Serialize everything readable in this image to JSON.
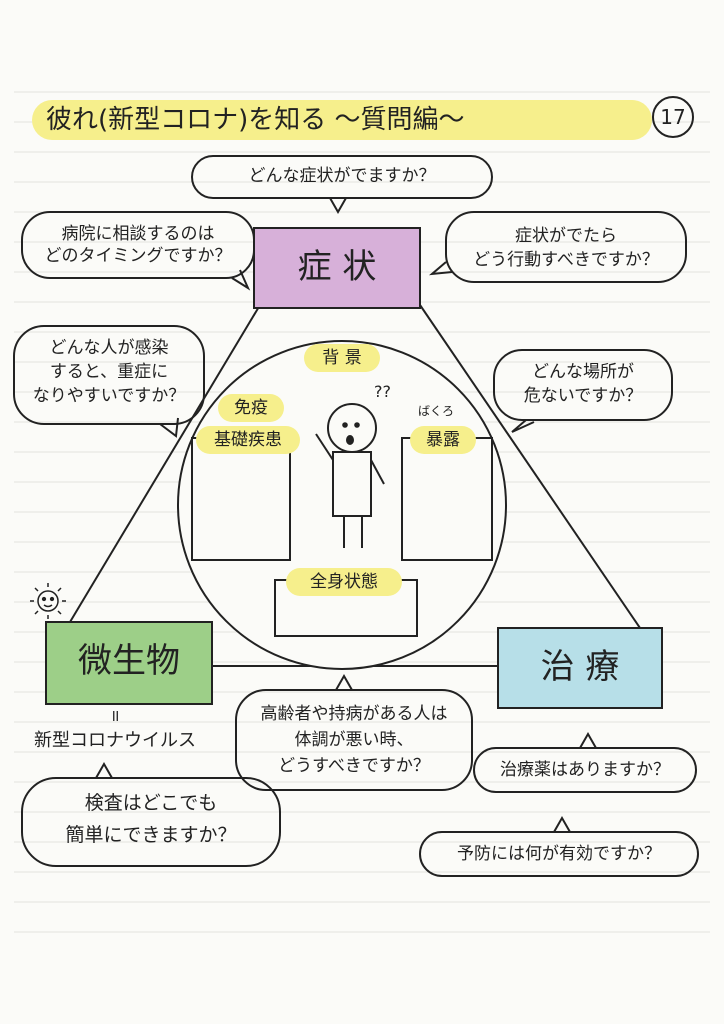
{
  "title": "彼れ(新型コロナ)を知る 〜質問編〜",
  "page_number": "17",
  "colors": {
    "highlight": "#f6ef8c",
    "symptom_box": "#d7b0d9",
    "microbe_box": "#9dcf88",
    "treatment_box": "#b7dfe8"
  },
  "boxes": {
    "symptom": "症 状",
    "microbe": "微生物",
    "treatment": "治 療"
  },
  "center": {
    "background": "背 景",
    "immunity": "免疫",
    "underlying": "基礎疾患",
    "exposure_ruby": "ばくろ",
    "exposure": "暴露",
    "general": "全身状態",
    "question_marks": "??"
  },
  "questions": {
    "top": "どんな症状がでますか？",
    "top_left": [
      "病院に相談するのは",
      "どのタイミングですか？"
    ],
    "top_right": [
      "症状がでたら",
      "どう行動すべきですか？"
    ],
    "left": [
      "どんな人が感染",
      "すると、重症に",
      "なりやすいですか？"
    ],
    "right": [
      "どんな場所が",
      "危ないですか？"
    ],
    "middle": [
      "高齢者や持病がある人は",
      "体調が悪い時、",
      "どうすべきですか？"
    ],
    "bottom_left": [
      "検査はどこでも",
      "簡単にできますか？"
    ],
    "right_1": "治療薬はありますか？",
    "right_2": "予防には何が有効ですか？"
  },
  "virus_note": {
    "equals": "॥",
    "label": "新型コロナウイルス"
  }
}
